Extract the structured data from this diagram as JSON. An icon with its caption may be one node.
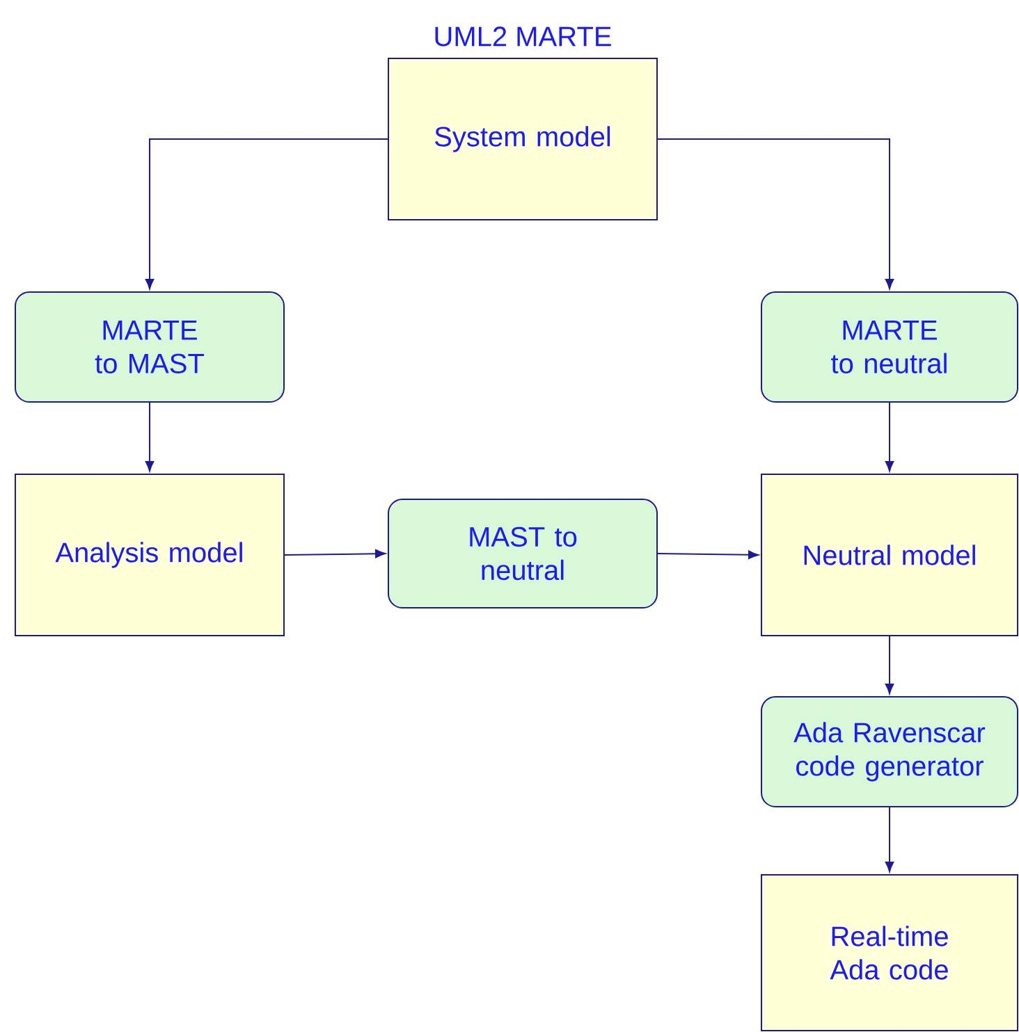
{
  "diagram": {
    "nodes": [
      {
        "text": [
          "UML2 MARTE",
          "System model"
        ]
      },
      {
        "text": [
          "MARTE to MAST"
        ]
      },
      {
        "text": [
          "MARTE to neutral"
        ]
      },
      {
        "text": [
          "Analysis model"
        ]
      },
      {
        "text": [
          "MAST to neutral"
        ]
      },
      {
        "text": [
          "Neutral model"
        ]
      },
      {
        "text": [
          "Ada Ravenscar code generator"
        ]
      },
      {
        "text": [
          "Real-time Ada code"
        ]
      }
    ],
    "edges": [
      {
        "from": 0,
        "to": 1,
        "arrow": "to"
      },
      {
        "from": 0,
        "to": 2,
        "arrow": "to"
      },
      {
        "from": 1,
        "to": 3,
        "arrow": "to"
      },
      {
        "from": 3,
        "to": 4,
        "arrow": "to"
      },
      {
        "from": 4,
        "to": 5,
        "arrow": "to"
      },
      {
        "from": 2,
        "to": 5,
        "arrow": "to"
      },
      {
        "from": 5,
        "to": 6,
        "arrow": "to"
      },
      {
        "from": 6,
        "to": 7,
        "arrow": "to"
      }
    ]
  }
}
